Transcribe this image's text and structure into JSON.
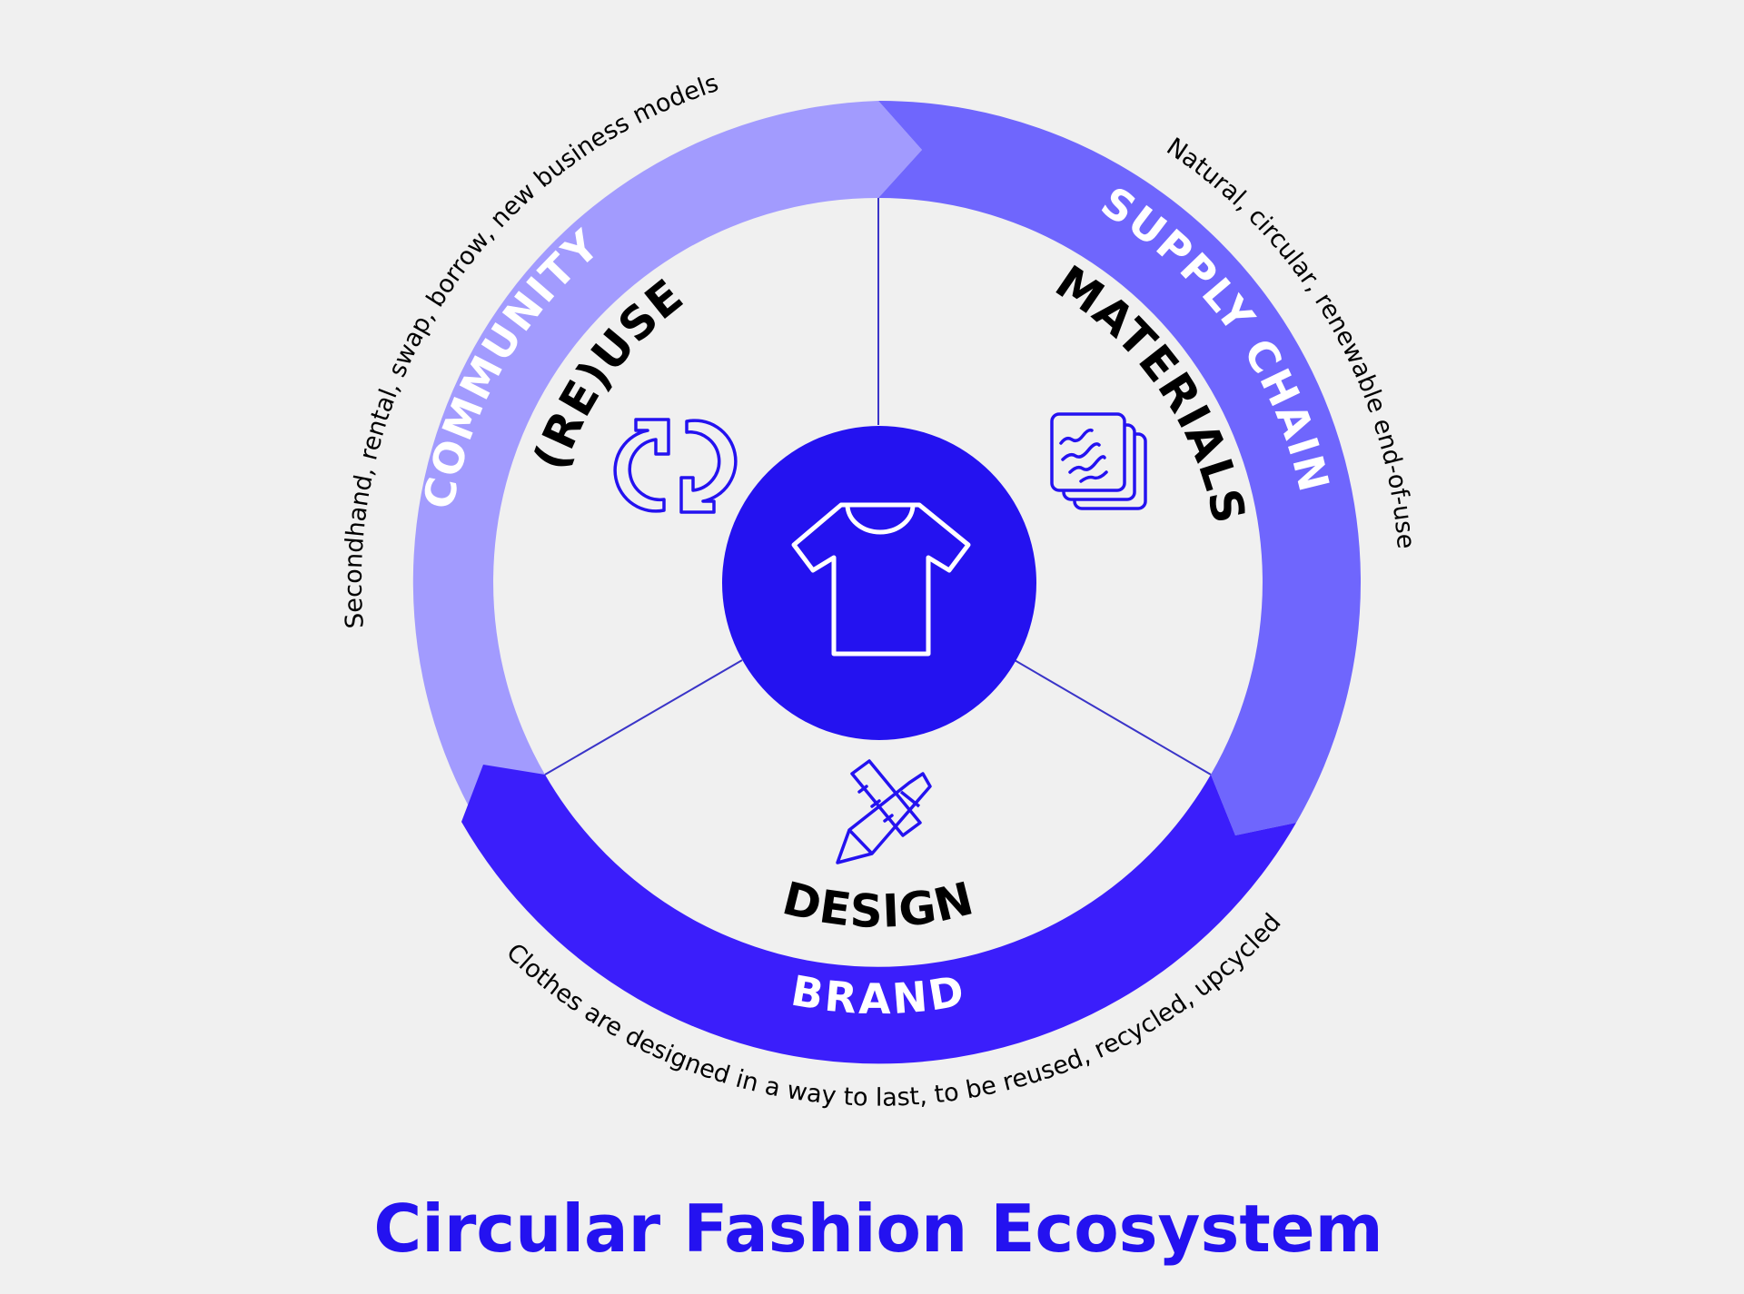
{
  "title": "Circular Fashion Ecosystem",
  "colors": {
    "background": "#f0f0f0",
    "community": "#a29bfe",
    "supply_chain": "#6f66fd",
    "brand": "#3b1efb",
    "center": "#2412f0",
    "icon_stroke": "#2412f0",
    "divider": "#3a34c8",
    "title": "#2412f0"
  },
  "center": {
    "icon": "tshirt-icon"
  },
  "segments": [
    {
      "id": "community",
      "ring_label": "COMMUNITY",
      "inner_label": "(RE)USE",
      "icon": "recycle-arrows-icon",
      "description": "Secondhand, rental, swap, borrow, new business models"
    },
    {
      "id": "supply_chain",
      "ring_label": "SUPPLY CHAIN",
      "inner_label": "MATERIALS",
      "icon": "fabric-layers-icon",
      "description": "Natural, circular, renewable end-of-use"
    },
    {
      "id": "brand",
      "ring_label": "BRAND",
      "inner_label": "DESIGN",
      "icon": "ruler-pencil-icon",
      "description": "Clothes are designed in a way to last, to be reused, recycled, upcycled"
    }
  ]
}
